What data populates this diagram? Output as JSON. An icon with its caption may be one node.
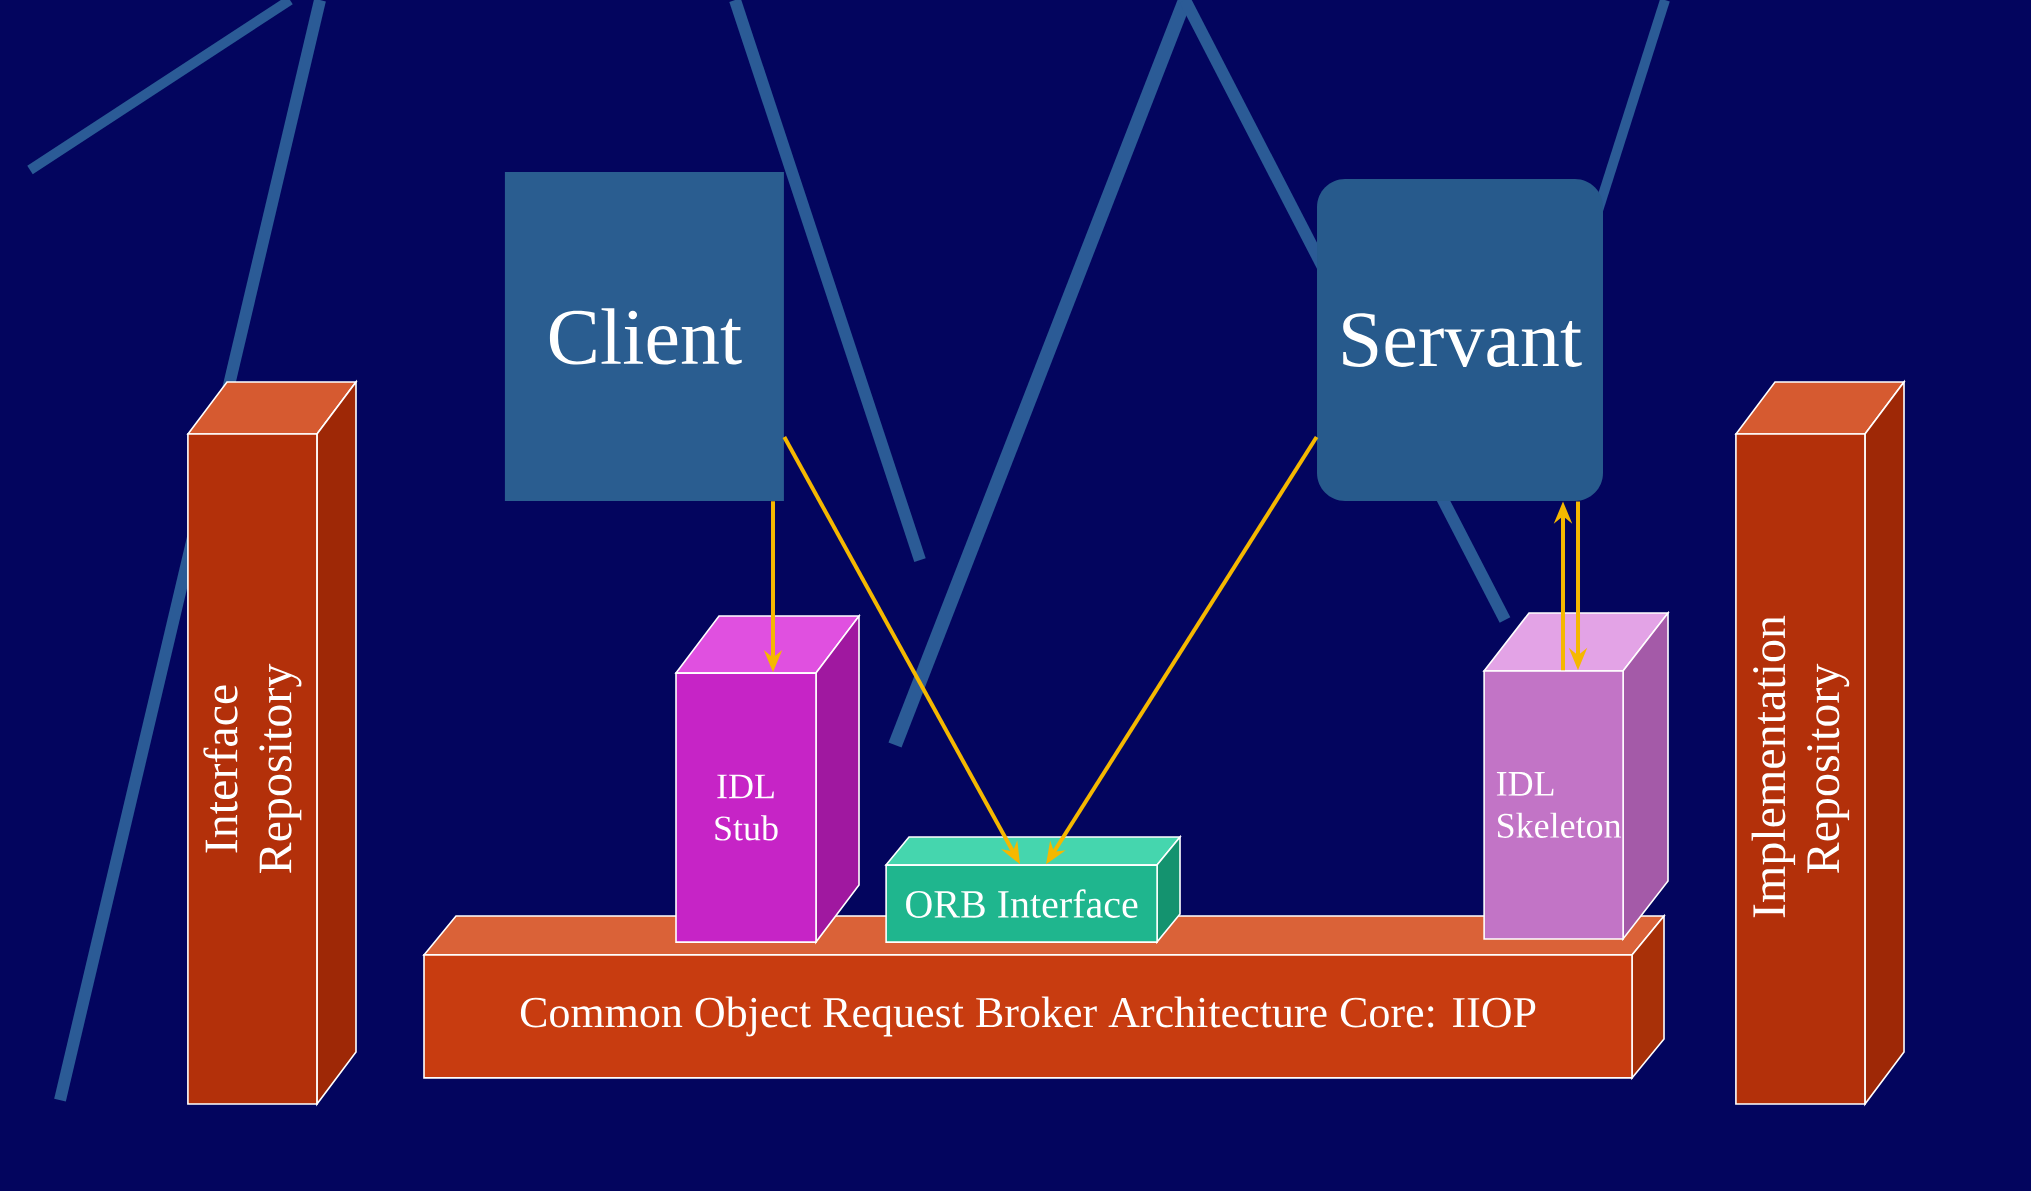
{
  "diagram": {
    "nodes": [
      {
        "text": [
          "Interface Repository"
        ]
      },
      {
        "text": [
          "Client"
        ]
      },
      {
        "text": [
          "Servant"
        ]
      },
      {
        "text": [
          "Implementation Repository"
        ]
      },
      {
        "text": [
          "IDL Stub"
        ]
      },
      {
        "text": [
          "ORB Interface"
        ]
      },
      {
        "text": [
          "IDL Skeleton"
        ]
      },
      {
        "text": [
          "Common Object Request Broker Architecture Core: IIOP"
        ]
      }
    ],
    "edges": [
      {
        "from": 1,
        "to": 4,
        "arrow": "to"
      },
      {
        "from": 1,
        "to": 5,
        "arrow": "to"
      },
      {
        "from": 2,
        "to": 5,
        "arrow": "to"
      },
      {
        "from": 2,
        "to": 6,
        "arrow": "to"
      },
      {
        "from": 6,
        "to": 2,
        "arrow": "to"
      }
    ]
  }
}
